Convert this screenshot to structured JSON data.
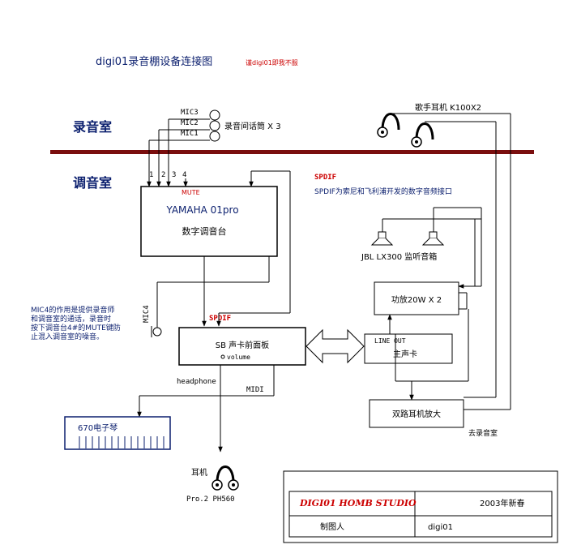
{
  "title": {
    "main": "digi01录音棚设备连接图",
    "note": "谨digi01即我不服"
  },
  "rooms": {
    "recording": "录音室",
    "control": "调音室"
  },
  "mics": {
    "labels": [
      "MIC3",
      "MIC2",
      "MIC1"
    ],
    "caption": "录音间话筒 X 3",
    "mic4": "MIC4"
  },
  "channels": [
    "1",
    "2",
    "3",
    "4"
  ],
  "mixer": {
    "mute": "MUTE",
    "name": "YAMAHA 01pro",
    "desc": "数字调音台"
  },
  "spdif": {
    "label": "SPDIF",
    "note": "SPDIF为索尼和飞利浦开发的数字音频接口",
    "label2": "SPDIF"
  },
  "monitors": {
    "caption": "JBL LX300 监听音箱"
  },
  "amp": {
    "label": "功放20W X 2"
  },
  "singer_headphones": {
    "caption": "歌手耳机 K100X2"
  },
  "mic4_note": [
    "MIC4的作用是提供录音师",
    "和调音室的通话，录音时",
    "按下调音台4#的MUTE键防",
    "止混入调音室的噪音。"
  ],
  "sb_panel": {
    "name": "SB 声卡前面板",
    "volume": "volume"
  },
  "soundcard": {
    "line_out": "LINE OUT",
    "name": "主声卡"
  },
  "signals": {
    "headphone": "headphone",
    "midi": "MIDI"
  },
  "keyboard": {
    "label": "670电子琴"
  },
  "hp_amp": {
    "label": "双路耳机放大",
    "to_recording": "去录音室"
  },
  "engineer_headphones": {
    "label": "耳机",
    "model": "Pro.2 PH560"
  },
  "title_block": {
    "studio": "DIGI01 HOMB STUDIO",
    "date": "2003年新春",
    "drawer_label": "制图人",
    "drawer": "digi01"
  },
  "colors": {
    "ink": "#000000",
    "navy": "#0b1f6e",
    "accent_red": "#cc0000",
    "divider": "#7a0e0e"
  }
}
